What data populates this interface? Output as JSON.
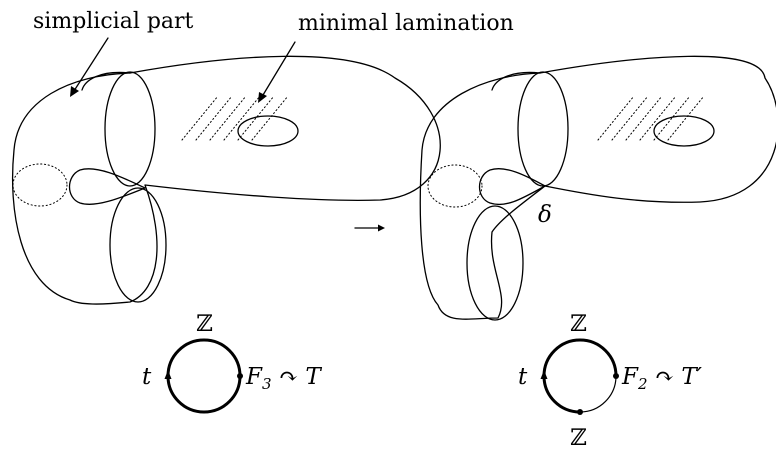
{
  "labels": {
    "simplicial_part": "simplicial part",
    "minimal_lamination": "minimal lamination",
    "delta": "δ"
  },
  "left_graph": {
    "top_vertex": "ℤ",
    "loop_label": "t",
    "group": "F",
    "group_subscript": "3",
    "acts": "↷",
    "tree": "T"
  },
  "right_graph": {
    "top_vertex": "ℤ",
    "bottom_vertex": "ℤ",
    "loop_label": "t",
    "group": "F",
    "group_subscript": "2",
    "acts": "↷",
    "tree": "T′"
  },
  "colors": {
    "ink": "#000000",
    "background": "#ffffff"
  }
}
